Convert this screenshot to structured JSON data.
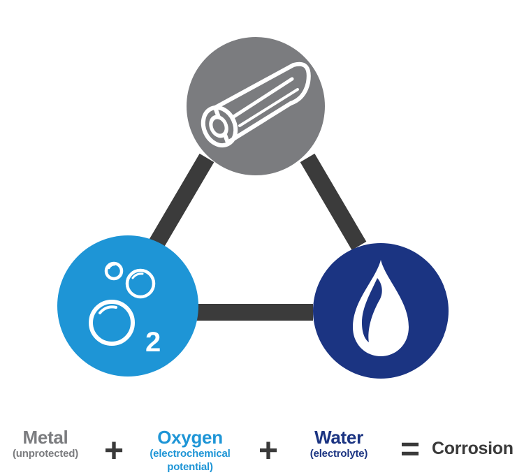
{
  "colors": {
    "connector": "#3b3b3b",
    "metal": "#7b7c7f",
    "oxygen": "#1e95d6",
    "water": "#1b3482",
    "operator": "#3a3a3a",
    "result": "#3a3a3a",
    "icon": "#ffffff"
  },
  "nodes": {
    "metal": {
      "icon": "pipe-icon"
    },
    "oxygen": {
      "icon": "o2-bubbles-icon",
      "subscript": "2"
    },
    "water": {
      "icon": "water-drop-icon"
    }
  },
  "equation": {
    "metal": {
      "name": "Metal",
      "sub": "(unprotected)"
    },
    "plus_1": "+",
    "oxygen": {
      "name": "Oxygen",
      "sub_line1": "(electrochemical",
      "sub_line2": "potential)"
    },
    "plus_2": "+",
    "water": {
      "name": "Water",
      "sub": "(electrolyte)"
    },
    "equals": "=",
    "result": "Corrosion"
  }
}
